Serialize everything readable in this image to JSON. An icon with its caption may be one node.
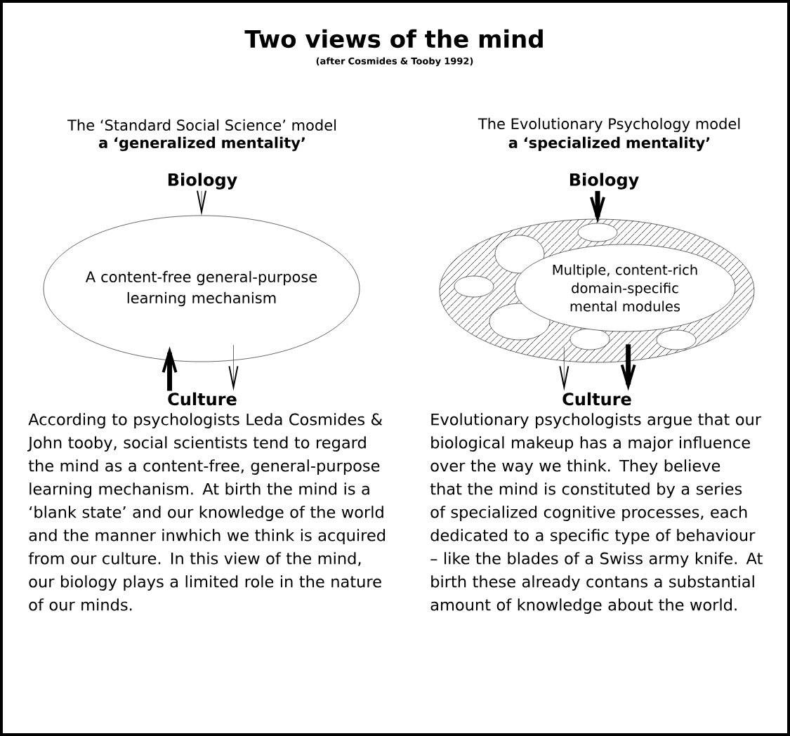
{
  "diagram": {
    "title": "Two views of the mind",
    "nodes": [
      {
        "text": [
          "Biology"
        ]
      },
      {
        "text": [
          "A content-free general-purpose learning mechanism"
        ]
      },
      {
        "text": [
          "Culture"
        ]
      },
      {
        "text": [
          "Biology"
        ]
      },
      {
        "text": [],
        "shape": "ellipse"
      },
      {
        "text": [
          "Multiple, content-rich domain-specific mental modules"
        ],
        "in": 4
      },
      {
        "text": [],
        "shape": "ellipse",
        "in": 4
      },
      {
        "text": [],
        "shape": "ellipse",
        "in": 4
      },
      {
        "text": [],
        "shape": "ellipse",
        "in": 4
      },
      {
        "text": [],
        "shape": "ellipse",
        "in": 4
      },
      {
        "text": [],
        "shape": "ellipse",
        "in": 4
      },
      {
        "text": [],
        "shape": "ellipse",
        "in": 4
      },
      {
        "text": [
          "Culture"
        ]
      }
    ],
    "edges": [
      {
        "from": 0,
        "to": 1,
        "arrow": "to"
      },
      {
        "from": 2,
        "to": 1,
        "arrow": "to",
        "style": "thick"
      },
      {
        "from": 1,
        "to": 2,
        "arrow": "to"
      },
      {
        "from": 3,
        "to": 10,
        "arrow": "to",
        "style": "thick"
      },
      {
        "from": 4,
        "to": 12,
        "arrow": "to"
      },
      {
        "from": 4,
        "to": 12,
        "arrow": "to",
        "style": "thick"
      }
    ],
    "labels": [
      "(after Cosmides & Tooby 1992)",
      "The ‘Standard Social Science’ model",
      "a ‘generalized mentality’",
      "The Evolutionary Psychology model",
      "a ‘specialized mentality’",
      "According to psychologists Leda Cosmides & John tooby, social scientists tend to regard the mind as a content-free, general-purpose learning mechanism. At birth the mind is a ‘blank state’ and our knowledge of the world and the manner inwhich we think is acquired from our culture. In this view of the mind, our biology plays a limited role in the nature of our minds.",
      "Evolutionary psychologists argue that our biological makeup has a major influence over the way we think. They believe that the mind is constituted by a series of specialized cognitive processes, each dedicated to a specific type of behaviour – like the blades of a Swiss army knife. At birth these already contans a substantial amount of knowledge about the world."
    ]
  }
}
